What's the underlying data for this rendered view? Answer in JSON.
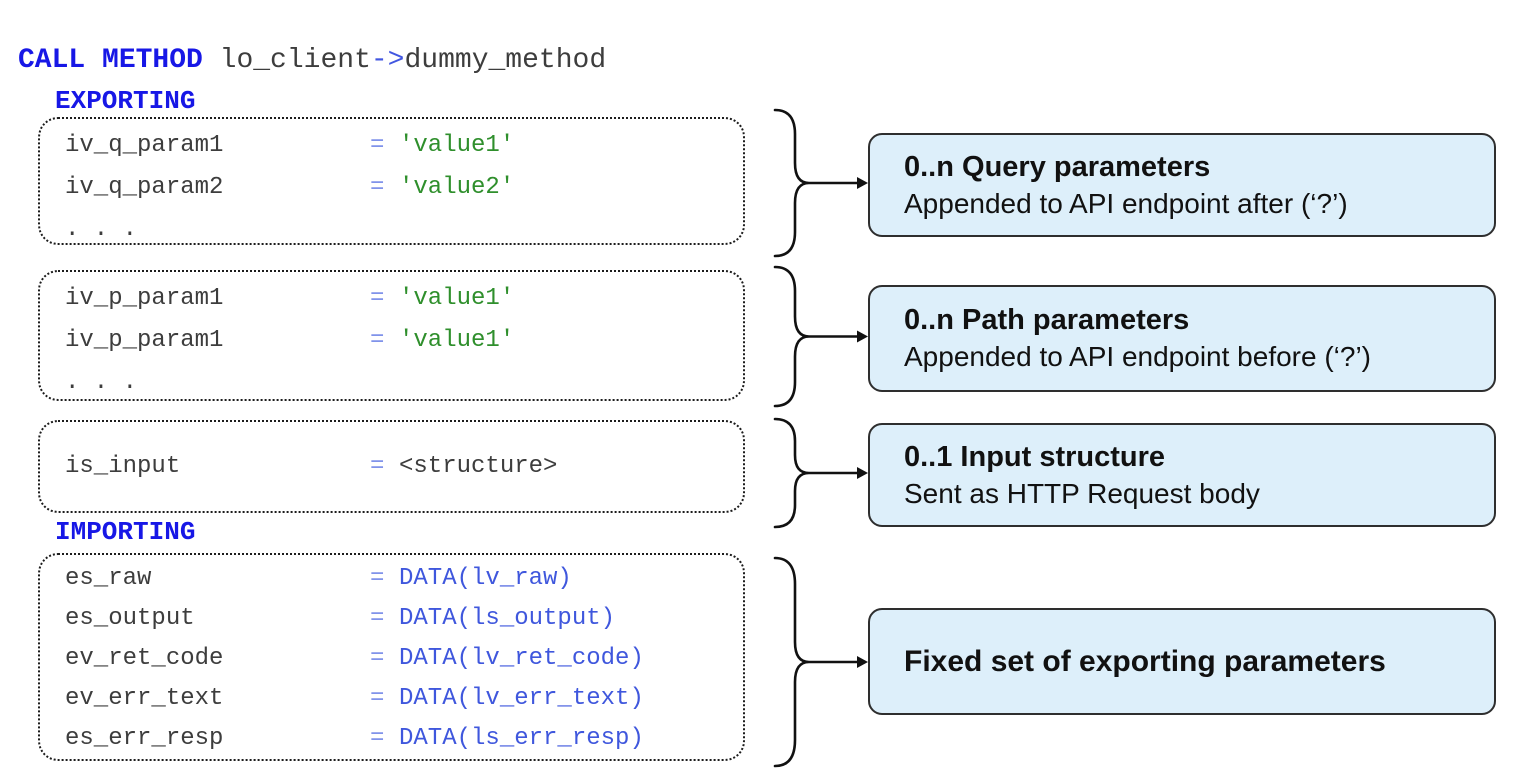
{
  "code": {
    "call_keyword": "CALL METHOD",
    "call_object": " lo_client",
    "call_arrow": "->",
    "call_method": "dummy_method",
    "exporting_label": "EXPORTING",
    "importing_label": "IMPORTING",
    "query_box": {
      "lines": [
        {
          "name": "iv_q_param1",
          "op": "=",
          "value": "'value1'"
        },
        {
          "name": "iv_q_param2",
          "op": "=",
          "value": "'value2'"
        },
        {
          "name": ". . ."
        }
      ]
    },
    "path_box": {
      "lines": [
        {
          "name": "iv_p_param1",
          "op": "=",
          "value": "'value1'"
        },
        {
          "name": "iv_p_param1",
          "op": "=",
          "value": "'value1'"
        },
        {
          "name": ". . ."
        }
      ]
    },
    "input_box": {
      "lines": [
        {
          "name": "is_input",
          "op": "=",
          "value": "<structure>"
        }
      ]
    },
    "import_box": {
      "lines": [
        {
          "name": "es_raw",
          "op": "=",
          "value": "DATA(lv_raw)"
        },
        {
          "name": "es_output",
          "op": "=",
          "value": "DATA(ls_output)"
        },
        {
          "name": "ev_ret_code",
          "op": "=",
          "value": "DATA(lv_ret_code)"
        },
        {
          "name": "ev_err_text",
          "op": "=",
          "value": "DATA(lv_err_text)"
        },
        {
          "name": "es_err_resp",
          "op": "=",
          "value": "DATA(ls_err_resp)"
        }
      ]
    }
  },
  "callouts": [
    {
      "title": "0..n Query parameters",
      "subtitle": "Appended to API endpoint after (‘?’)"
    },
    {
      "title": "0..n Path parameters",
      "subtitle": "Appended to API endpoint before (‘?’)"
    },
    {
      "title": "0..1 Input structure",
      "subtitle": "Sent as HTTP Request body"
    },
    {
      "title": "Fixed set of exporting parameters",
      "subtitle": ""
    }
  ],
  "colors": {
    "keyword_blue": "#1717e6",
    "operator_light_blue": "#8093ea",
    "abap_data_blue": "#3f57dd",
    "string_green": "#2f8f2c",
    "code_text": "#3d3d3d",
    "callout_bg": "#ddeffa",
    "callout_border": "#2e2e2e",
    "dotted_border": "#1c1c1c"
  }
}
